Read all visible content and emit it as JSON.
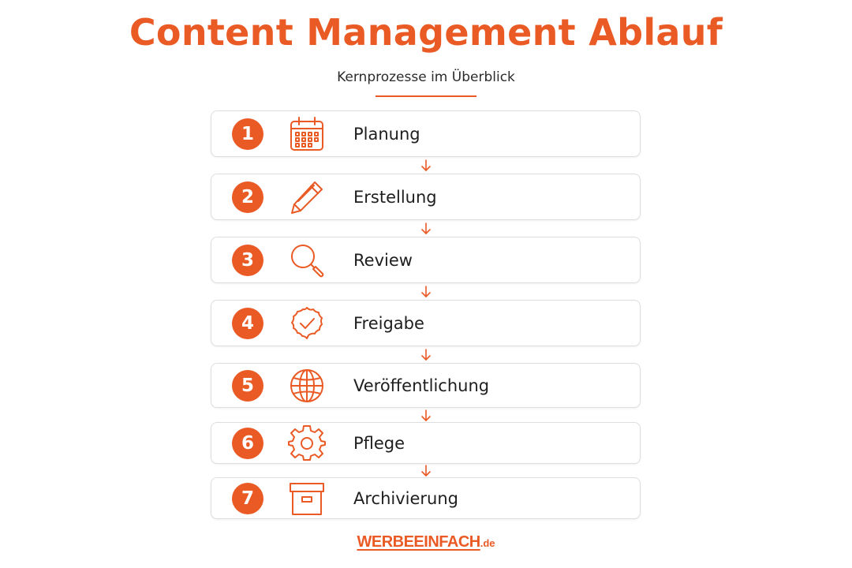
{
  "header": {
    "title": "Content Management Ablauf",
    "subtitle": "Kernprozesse im Überblick"
  },
  "accent_color": "#ea5a24",
  "steps": [
    {
      "number": "1",
      "label": "Planung",
      "icon": "calendar-icon"
    },
    {
      "number": "2",
      "label": "Erstellung",
      "icon": "pencil-icon"
    },
    {
      "number": "3",
      "label": "Review",
      "icon": "magnifier-icon"
    },
    {
      "number": "4",
      "label": "Freigabe",
      "icon": "approval-badge-icon"
    },
    {
      "number": "5",
      "label": "Veröffentlichung",
      "icon": "globe-icon"
    },
    {
      "number": "6",
      "label": "Pflege",
      "icon": "gear-icon"
    },
    {
      "number": "7",
      "label": "Archivierung",
      "icon": "archive-box-icon"
    }
  ],
  "footer": {
    "logo_main": "WERBEEINFACH",
    "logo_tld": ".de"
  }
}
